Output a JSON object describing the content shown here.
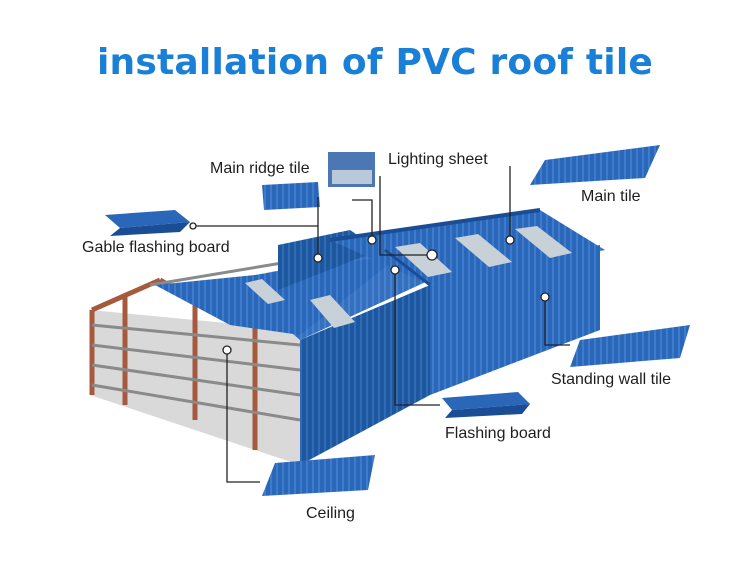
{
  "title": "installation of PVC roof tile",
  "colors": {
    "title": "#1a7fd6",
    "tile_blue": "#2a67b9",
    "tile_dark": "#1b4d95",
    "skylight": "#c9d1d8",
    "frame": "#a55a3e",
    "leader": "#222222"
  },
  "labels": {
    "main_ridge_tile": "Main ridge tile",
    "lighting_sheet": "Lighting sheet",
    "main_tile": "Main tile",
    "gable_flashing_board": "Gable flashing board",
    "standing_wall_tile": "Standing wall tile",
    "flashing_board": "Flashing board",
    "ceiling": "Ceiling"
  }
}
